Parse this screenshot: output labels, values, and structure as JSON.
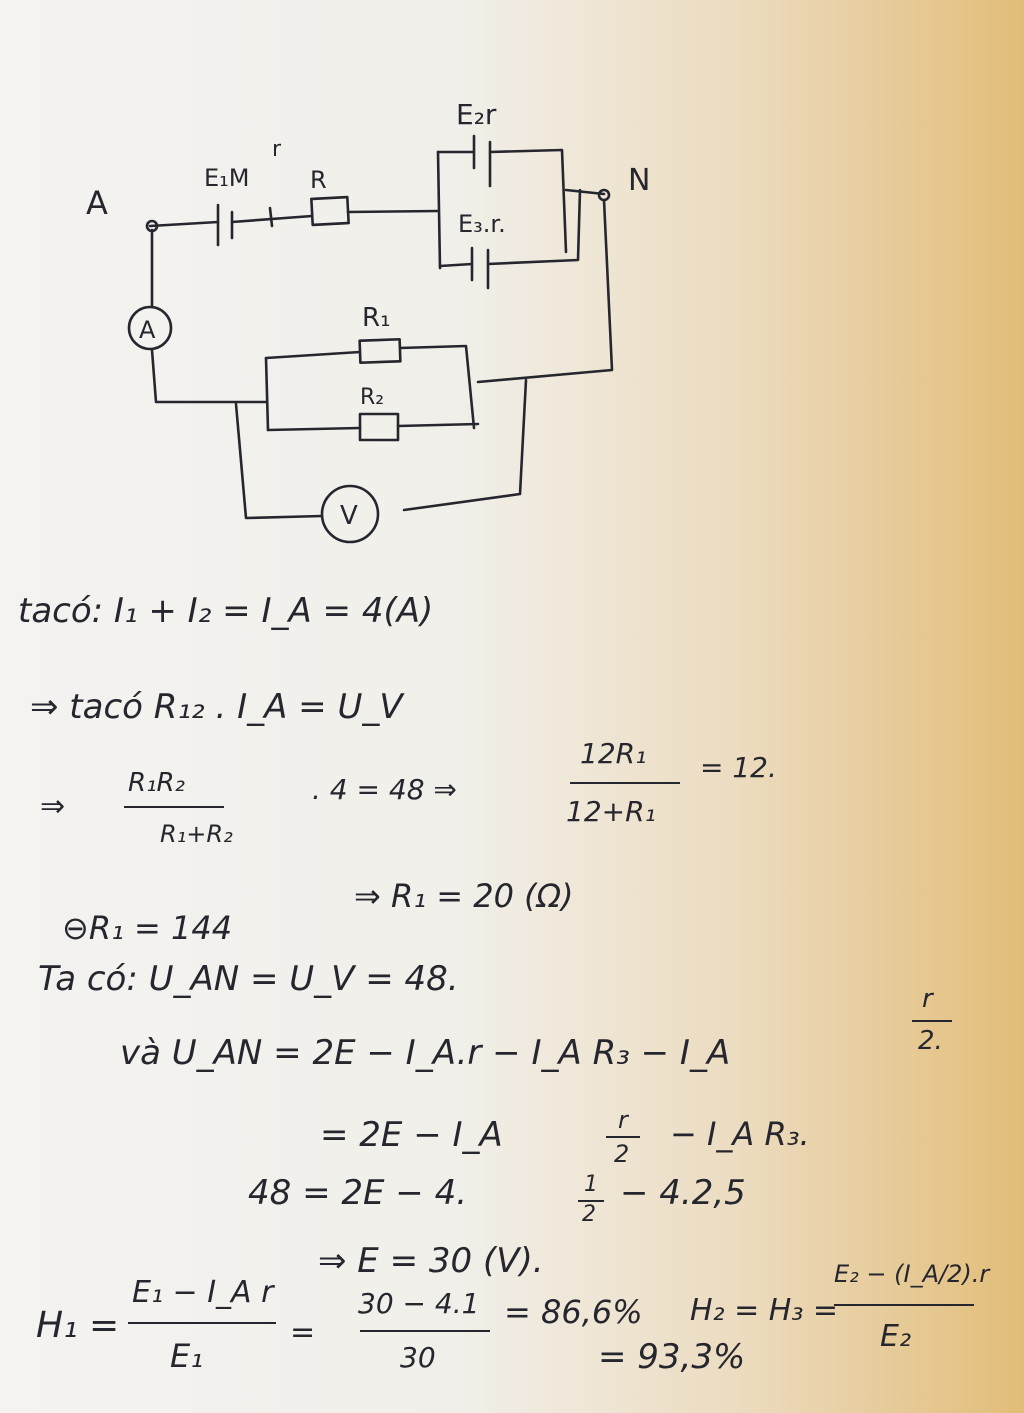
{
  "circuit": {
    "node_a": "A",
    "node_n": "N",
    "source_e1": "E₁M",
    "source_e1_r": "r",
    "resistor_r": "R",
    "source_e2": "E₂r",
    "source_e3": "E₃.r.",
    "resistor_r1": "R₁",
    "resistor_r2": "R₂",
    "ammeter": "A",
    "voltmeter": "V"
  },
  "work": {
    "l1": "tacó: I₁ + I₂ = I_A = 4(A)",
    "l2": "⇒ tacó  R₁₂ . I_A = U_V",
    "l3_arrow": "⇒",
    "l3_num": "R₁R₂",
    "l3_den": "R₁+R₂",
    "l3_mid": ". 4 = 48 ⇒",
    "l3_num2": "12R₁",
    "l3_den2": "12+R₁",
    "l3_end": "= 12.",
    "l4a": "⊖R₁ = 144",
    "l4b": "⇒ R₁ = 20 (Ω)",
    "l5": "Ta có:  U_AN = U_V = 48.",
    "l6_pre": "và U_AN = 2E −  I_A.r − I_A R₃ − I_A",
    "l6_num": "r",
    "l6_den": "2.",
    "l7_pre": "= 2E − I_A",
    "l7_num": "r",
    "l7_den": "2",
    "l7_post": "− I_A R₃.",
    "l8_pre": "48  = 2E  −  4.",
    "l8_num": "1",
    "l8_den": "2",
    "l8_post": "− 4.2,5",
    "l9": "⇒ E = 30 (V).",
    "l10_label": "H₁ =",
    "l10_num": "E₁ − I_A r",
    "l10_den": "E₁",
    "l10_eq": "=",
    "l10_num2": "30 − 4.1",
    "l10_den2": "30",
    "l10_res": "= 86,6%",
    "l10_h2": "H₂ = H₃ =",
    "l10_num3": "E₂ − (I_A/2).r",
    "l10_den3": "E₂",
    "l11": "= 93,3%"
  }
}
